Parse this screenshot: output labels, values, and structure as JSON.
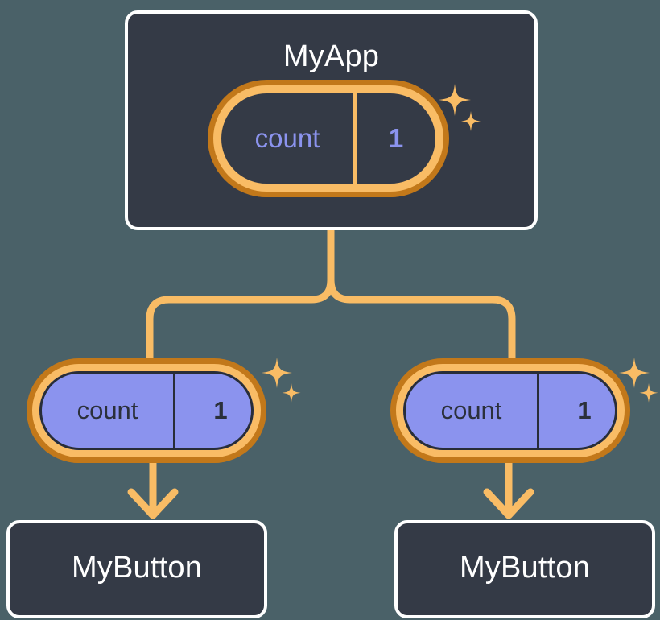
{
  "diagram": {
    "title": "MyApp component state propagation tree",
    "background_color": "#4a6168"
  },
  "colors": {
    "page_background": "#4a6168",
    "card_background": "#343a46",
    "card_border": "#ffffff",
    "pill_border_light": "#f9bc65",
    "pill_border_dark": "#c2781a",
    "pill_child_fill": "#8b93ee",
    "state_text_accent": "#8b93ee",
    "dark_text": "#2b303b",
    "connector": "#f9bc65"
  },
  "nodes": {
    "root": {
      "id": "myapp",
      "label": "MyApp",
      "type": "component-card",
      "state": {
        "key": "count",
        "value": "1",
        "style": "dark"
      },
      "sparkle_icon": "sparkle-icon"
    },
    "children": [
      {
        "id": "mybutton-left",
        "label": "MyButton",
        "type": "component-card",
        "prop": {
          "key": "count",
          "value": "1",
          "style": "filled"
        },
        "sparkle_icon": "sparkle-icon"
      },
      {
        "id": "mybutton-right",
        "label": "MyButton",
        "type": "component-card",
        "prop": {
          "key": "count",
          "value": "1",
          "style": "filled"
        },
        "sparkle_icon": "sparkle-icon"
      }
    ]
  },
  "connectors": [
    {
      "from": "myapp",
      "to": "mybutton-left",
      "style": "elbow",
      "arrow": false
    },
    {
      "from": "myapp",
      "to": "mybutton-right",
      "style": "elbow",
      "arrow": false
    },
    {
      "from": "count-pill-left",
      "to": "mybutton-left",
      "style": "straight",
      "arrow": true
    },
    {
      "from": "count-pill-right",
      "to": "mybutton-right",
      "style": "straight",
      "arrow": true
    }
  ]
}
